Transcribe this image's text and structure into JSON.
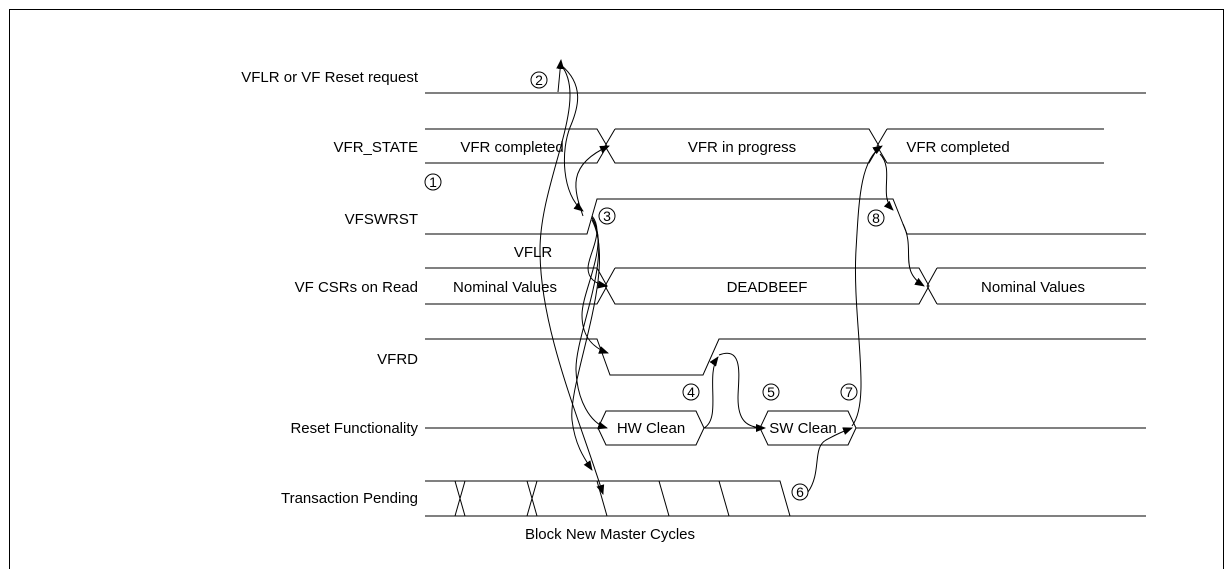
{
  "signals": {
    "vflr_request": "VFLR or VF Reset request",
    "vfr_state": "VFR_STATE",
    "vfswrst": "VFSWRST",
    "vf_csrs": "VF CSRs on Read",
    "vfrd": "VFRD",
    "reset_functionality": "Reset Functionality",
    "transaction_pending": "Transaction Pending"
  },
  "values": {
    "vfr_completed_1": "VFR completed",
    "vfr_in_progress": "VFR in progress",
    "vfr_completed_2": "VFR completed",
    "nominal_values_1": "Nominal Values",
    "deadbeef": "DEADBEEF",
    "nominal_values_2": "Nominal Values",
    "hw_clean": "HW Clean",
    "sw_clean": "SW Clean"
  },
  "annotations": {
    "vflr": "VFLR",
    "block_new_master_cycles": "Block New Master Cycles"
  },
  "steps": [
    "1",
    "2",
    "3",
    "4",
    "5",
    "6",
    "7",
    "8"
  ]
}
